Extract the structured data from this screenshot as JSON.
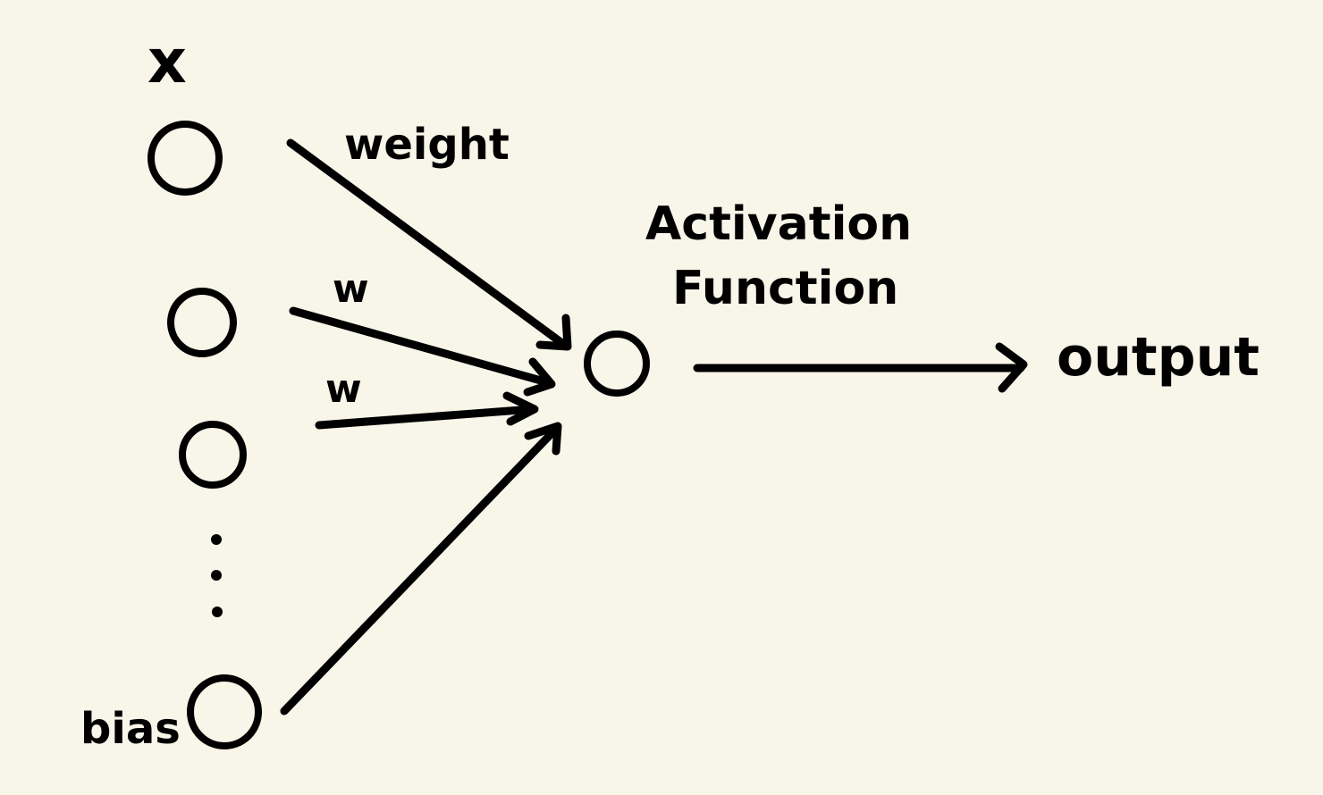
{
  "diagram": {
    "input_label": "x",
    "weight_label_top": "weight",
    "weight_label_mid1": "w",
    "weight_label_mid2": "w",
    "activation_label_line1": "Activation",
    "activation_label_line2": "Function",
    "output_label": "output",
    "bias_label": "bias"
  },
  "colors": {
    "background": "#f8f5e9",
    "ink": "#000000"
  }
}
